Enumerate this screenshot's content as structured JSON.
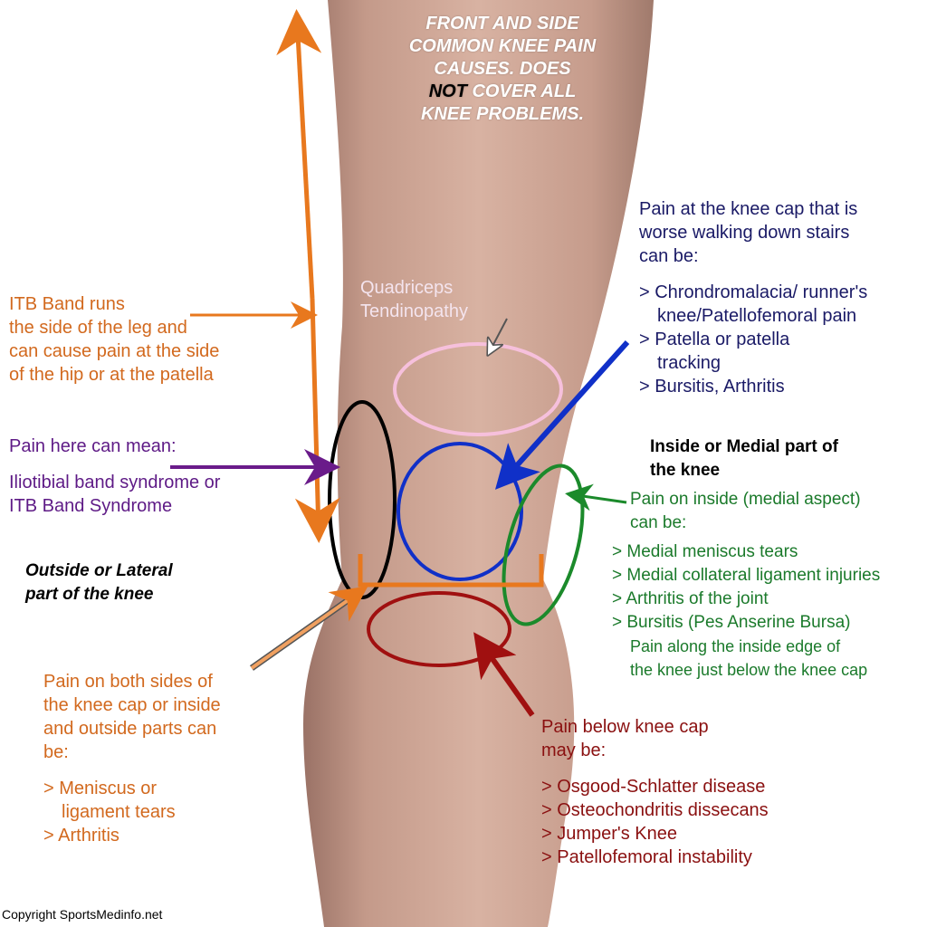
{
  "title": {
    "line1": "FRONT AND SIDE",
    "line2": "COMMON KNEE PAIN",
    "line3": "CAUSES. DOES",
    "not": "NOT",
    "line4_rest": " COVER ALL",
    "line5": "KNEE PROBLEMS."
  },
  "quadriceps": {
    "line1": "Quadriceps",
    "line2": "Tendinopathy"
  },
  "itb": {
    "lines": [
      "ITB Band runs",
      "the side of the leg and",
      "can cause pain at the side",
      "of the hip or at the patella"
    ]
  },
  "lateral_pain": {
    "heading": "Pain here can mean:",
    "lines": [
      "Iliotibial band syndrome or",
      "ITB Band Syndrome"
    ]
  },
  "outside_label": {
    "lines": [
      "Outside or Lateral",
      "part of the knee"
    ]
  },
  "both_sides": {
    "lines": [
      "Pain on both sides of",
      "the knee cap or inside",
      "and outside parts can",
      "be:"
    ],
    "items": [
      "> Meniscus or",
      "ligament tears",
      "> Arthritis"
    ]
  },
  "kneecap": {
    "lines": [
      "Pain at the knee cap that is",
      "worse walking down stairs",
      "can be:"
    ],
    "items": [
      "> Chrondromalacia/ runner's",
      "knee/Patellofemoral pain",
      "> Patella or patella",
      "tracking",
      "> Bursitis, Arthritis"
    ]
  },
  "inside_label": {
    "lines": [
      "Inside or Medial part of",
      "the knee"
    ]
  },
  "medial": {
    "lines": [
      "Pain on inside (medial aspect)",
      "can be:"
    ],
    "items": [
      "> Medial meniscus tears",
      "> Medial collateral ligament injuries",
      "> Arthritis of the joint",
      "> Bursitis (Pes Anserine Bursa)"
    ],
    "note": [
      "Pain along the inside edge of",
      "the knee just below the knee cap"
    ]
  },
  "below": {
    "lines": [
      "Pain below knee cap",
      "may be:"
    ],
    "items": [
      "> Osgood-Schlatter disease",
      "> Osteochondritis dissecans",
      "> Jumper's Knee",
      "> Patellofemoral instability"
    ]
  },
  "copyright": "Copyright SportsMedinfo.net",
  "colors": {
    "orange": "#e8781e",
    "purple": "#6a1b8a",
    "navy": "#1a1a66",
    "green": "#1b8a2b",
    "red": "#a01010",
    "blue": "#1030c8",
    "pink": "#f6c0dc",
    "skin": "#c89a88"
  }
}
